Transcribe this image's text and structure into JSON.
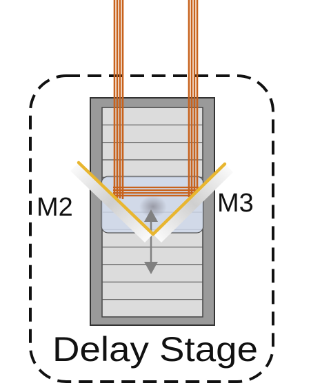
{
  "diagram": {
    "labels": {
      "mirror_left": "M2",
      "mirror_right": "M3",
      "stage": "Delay Stage"
    },
    "colors": {
      "beam": "#c8621c",
      "mirror_coating": "#e8b630",
      "mirror_body": "#d6d6d6",
      "stage_frame": "#9a9a9a",
      "stage_plate": "#dcdcdc",
      "carriage": "#cfd8ea",
      "arrow": "#808080",
      "dashed_border": "#111111"
    },
    "beam_lines_per_bundle": 4,
    "stage_slats": 11
  }
}
